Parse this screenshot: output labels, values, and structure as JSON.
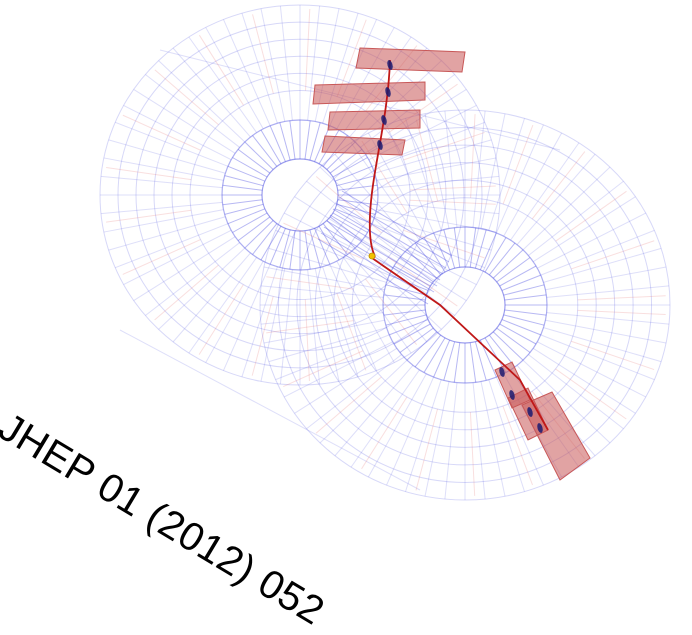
{
  "caption": "JHEP 01 (2012) 052",
  "colors": {
    "detector_blue": "#4a4ee0",
    "detector_red": "#e06060",
    "muon_chamber_fill": "#c85858",
    "track": "#c01818",
    "hit_marker": "#1a1a70",
    "vertex": "#f2c200",
    "caption_text": "#000000"
  },
  "scene": {
    "description_icons": [
      "detector-geometry",
      "muon-track",
      "muon-chambers",
      "interaction-vertex"
    ]
  }
}
